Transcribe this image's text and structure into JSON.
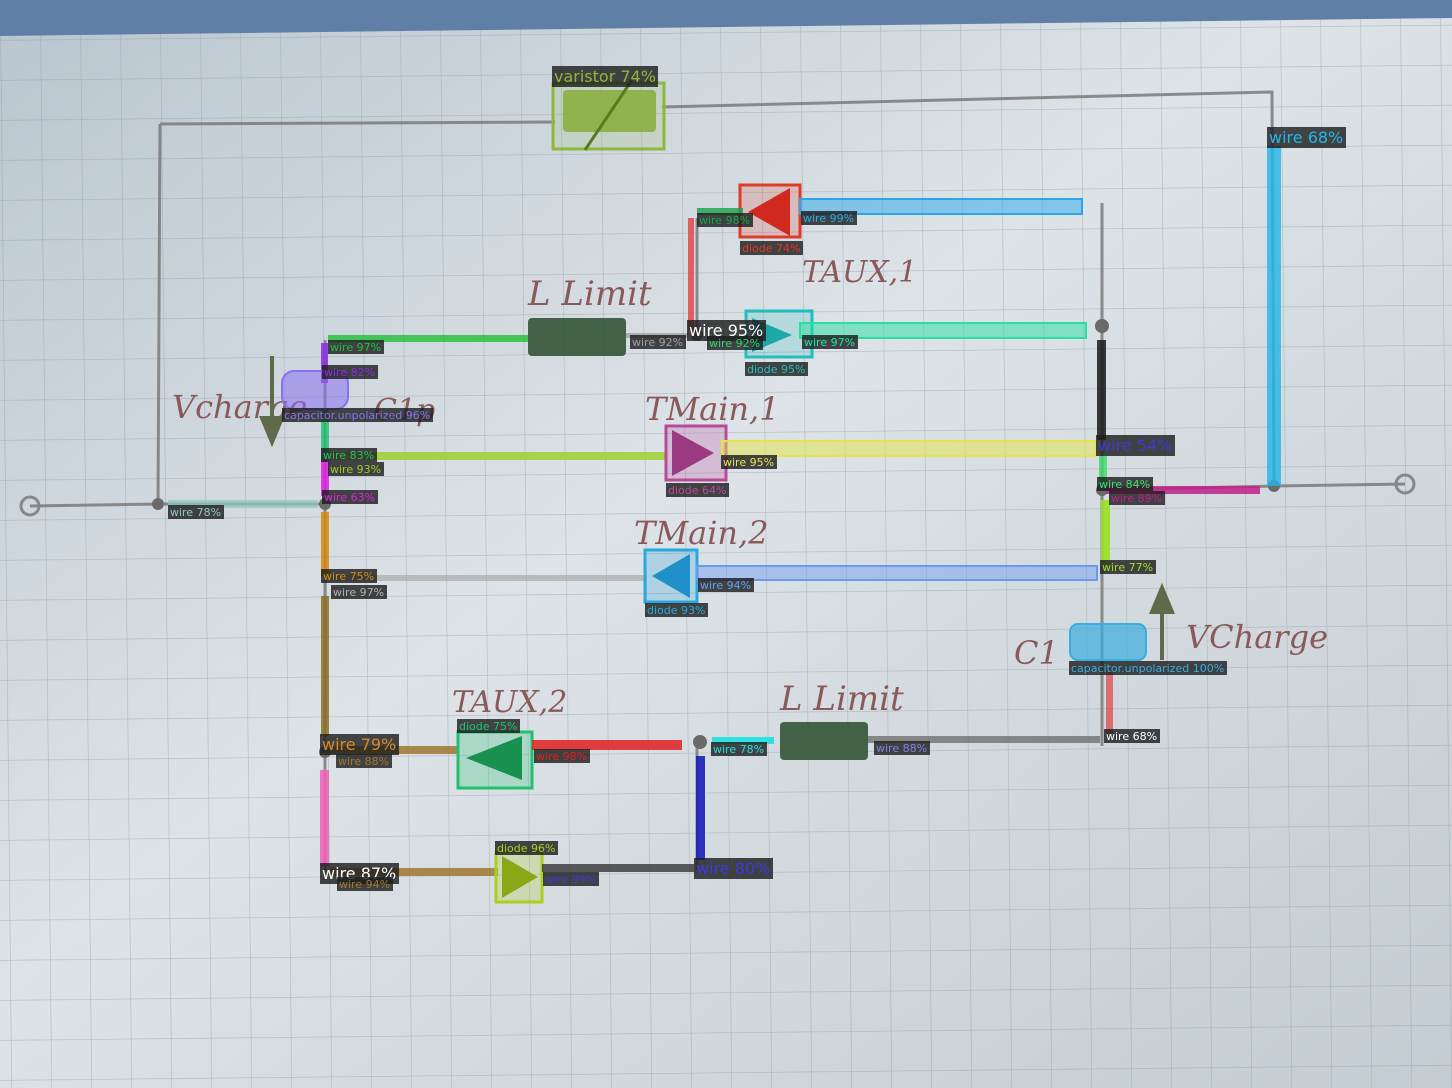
{
  "detections": [
    {
      "id": "varistor-74",
      "label": "varistor 74%",
      "color": "#8fb83a",
      "big": true
    },
    {
      "id": "wire-68-top",
      "label": "wire 68%",
      "color": "#22b5e8",
      "big": true
    },
    {
      "id": "diode-74",
      "label": "diode 74%",
      "color": "#e03a2a"
    },
    {
      "id": "wire-98-top",
      "label": "wire 98%",
      "color": "#16a34a"
    },
    {
      "id": "wire-99-top",
      "label": "wire 99%",
      "color": "#2aa7ea"
    },
    {
      "id": "wire-97-left",
      "label": "wire 97%",
      "color": "#1fbf3a"
    },
    {
      "id": "wire-92-a",
      "label": "wire 92%",
      "color": "#a0a0a0"
    },
    {
      "id": "wire-95-mid",
      "label": "wire 95%",
      "color": "#ffffff",
      "big": true
    },
    {
      "id": "wire-92-b",
      "label": "wire 92%",
      "color": "#2fd36a"
    },
    {
      "id": "wire-97-right",
      "label": "wire 97%",
      "color": "#27e0a0"
    },
    {
      "id": "diode-95",
      "label": "diode 95%",
      "color": "#1fbfbf"
    },
    {
      "id": "wire-82",
      "label": "wire 82%",
      "color": "#8b2be2"
    },
    {
      "id": "capacitor-96",
      "label": "capacitor.unpolarized 96%",
      "color": "#8a70f0"
    },
    {
      "id": "wire-83",
      "label": "wire 83%",
      "color": "#20c070"
    },
    {
      "id": "wire-93",
      "label": "wire 93%",
      "color": "#9ad020"
    },
    {
      "id": "wire-95-main1",
      "label": "wire 95%",
      "color": "#e6e64a"
    },
    {
      "id": "diode-64",
      "label": "diode 64%",
      "color": "#b84a9a"
    },
    {
      "id": "wire-54",
      "label": "wire 54%",
      "color": "#3b3bcf",
      "big": true
    },
    {
      "id": "wire-84",
      "label": "wire 84%",
      "color": "#3adf6a"
    },
    {
      "id": "wire-89",
      "label": "wire 89%",
      "color": "#c0208a"
    },
    {
      "id": "wire-63",
      "label": "wire 63%",
      "color": "#e020e0"
    },
    {
      "id": "wire-78-left",
      "label": "wire 78%",
      "color": "#90c8c0"
    },
    {
      "id": "wire-75",
      "label": "wire 75%",
      "color": "#d88a10"
    },
    {
      "id": "wire-97-lower",
      "label": "wire 97%",
      "color": "#b0b0b0"
    },
    {
      "id": "wire-94-main2",
      "label": "wire 94%",
      "color": "#6a9af0"
    },
    {
      "id": "diode-93",
      "label": "diode 93%",
      "color": "#28a8e0"
    },
    {
      "id": "wire-77",
      "label": "wire 77%",
      "color": "#9ae020"
    },
    {
      "id": "capacitor-100",
      "label": "capacitor.unpolarized 100%",
      "color": "#3aaede"
    },
    {
      "id": "diode-75",
      "label": "diode 75%",
      "color": "#20c070"
    },
    {
      "id": "wire-79",
      "label": "wire 79%",
      "color": "#d88a20",
      "big": true
    },
    {
      "id": "wire-88-left",
      "label": "wire 88%",
      "color": "#a07830"
    },
    {
      "id": "wire-98-bottom",
      "label": "wire 98%",
      "color": "#e02020"
    },
    {
      "id": "wire-78-bottom",
      "label": "wire 78%",
      "color": "#20e0e0"
    },
    {
      "id": "wire-88-right",
      "label": "wire 88%",
      "color": "#8080e0"
    },
    {
      "id": "wire-68-bottom",
      "label": "wire 68%",
      "color": "#ffffff"
    },
    {
      "id": "diode-96",
      "label": "diode 96%",
      "color": "#a8d020"
    },
    {
      "id": "wire-87",
      "label": "wire 87%",
      "color": "#ffffff",
      "big": true
    },
    {
      "id": "wire-94-bottom",
      "label": "wire 94%",
      "color": "#a07830"
    },
    {
      "id": "wire-99-bottom",
      "label": "wire 99%",
      "color": "#3a3ad0"
    },
    {
      "id": "wire-80",
      "label": "wire 80%",
      "color": "#3a3ae0",
      "big": true
    }
  ],
  "handwritten": [
    {
      "id": "l-limit-top",
      "text": "L Limit"
    },
    {
      "id": "t-aux-1",
      "text": "TAUX,1"
    },
    {
      "id": "t-main-1",
      "text": "TMain,1"
    },
    {
      "id": "v-charge-left",
      "text": "Vcharge"
    },
    {
      "id": "c-label-left",
      "text": "C1p"
    },
    {
      "id": "t-main-2",
      "text": "TMain,2"
    },
    {
      "id": "c-1",
      "text": "C1"
    },
    {
      "id": "v-charge-right",
      "text": "VCharge"
    },
    {
      "id": "t-aux-2",
      "text": "TAUX,2"
    },
    {
      "id": "l-limit-bottom",
      "text": "L Limit"
    }
  ]
}
